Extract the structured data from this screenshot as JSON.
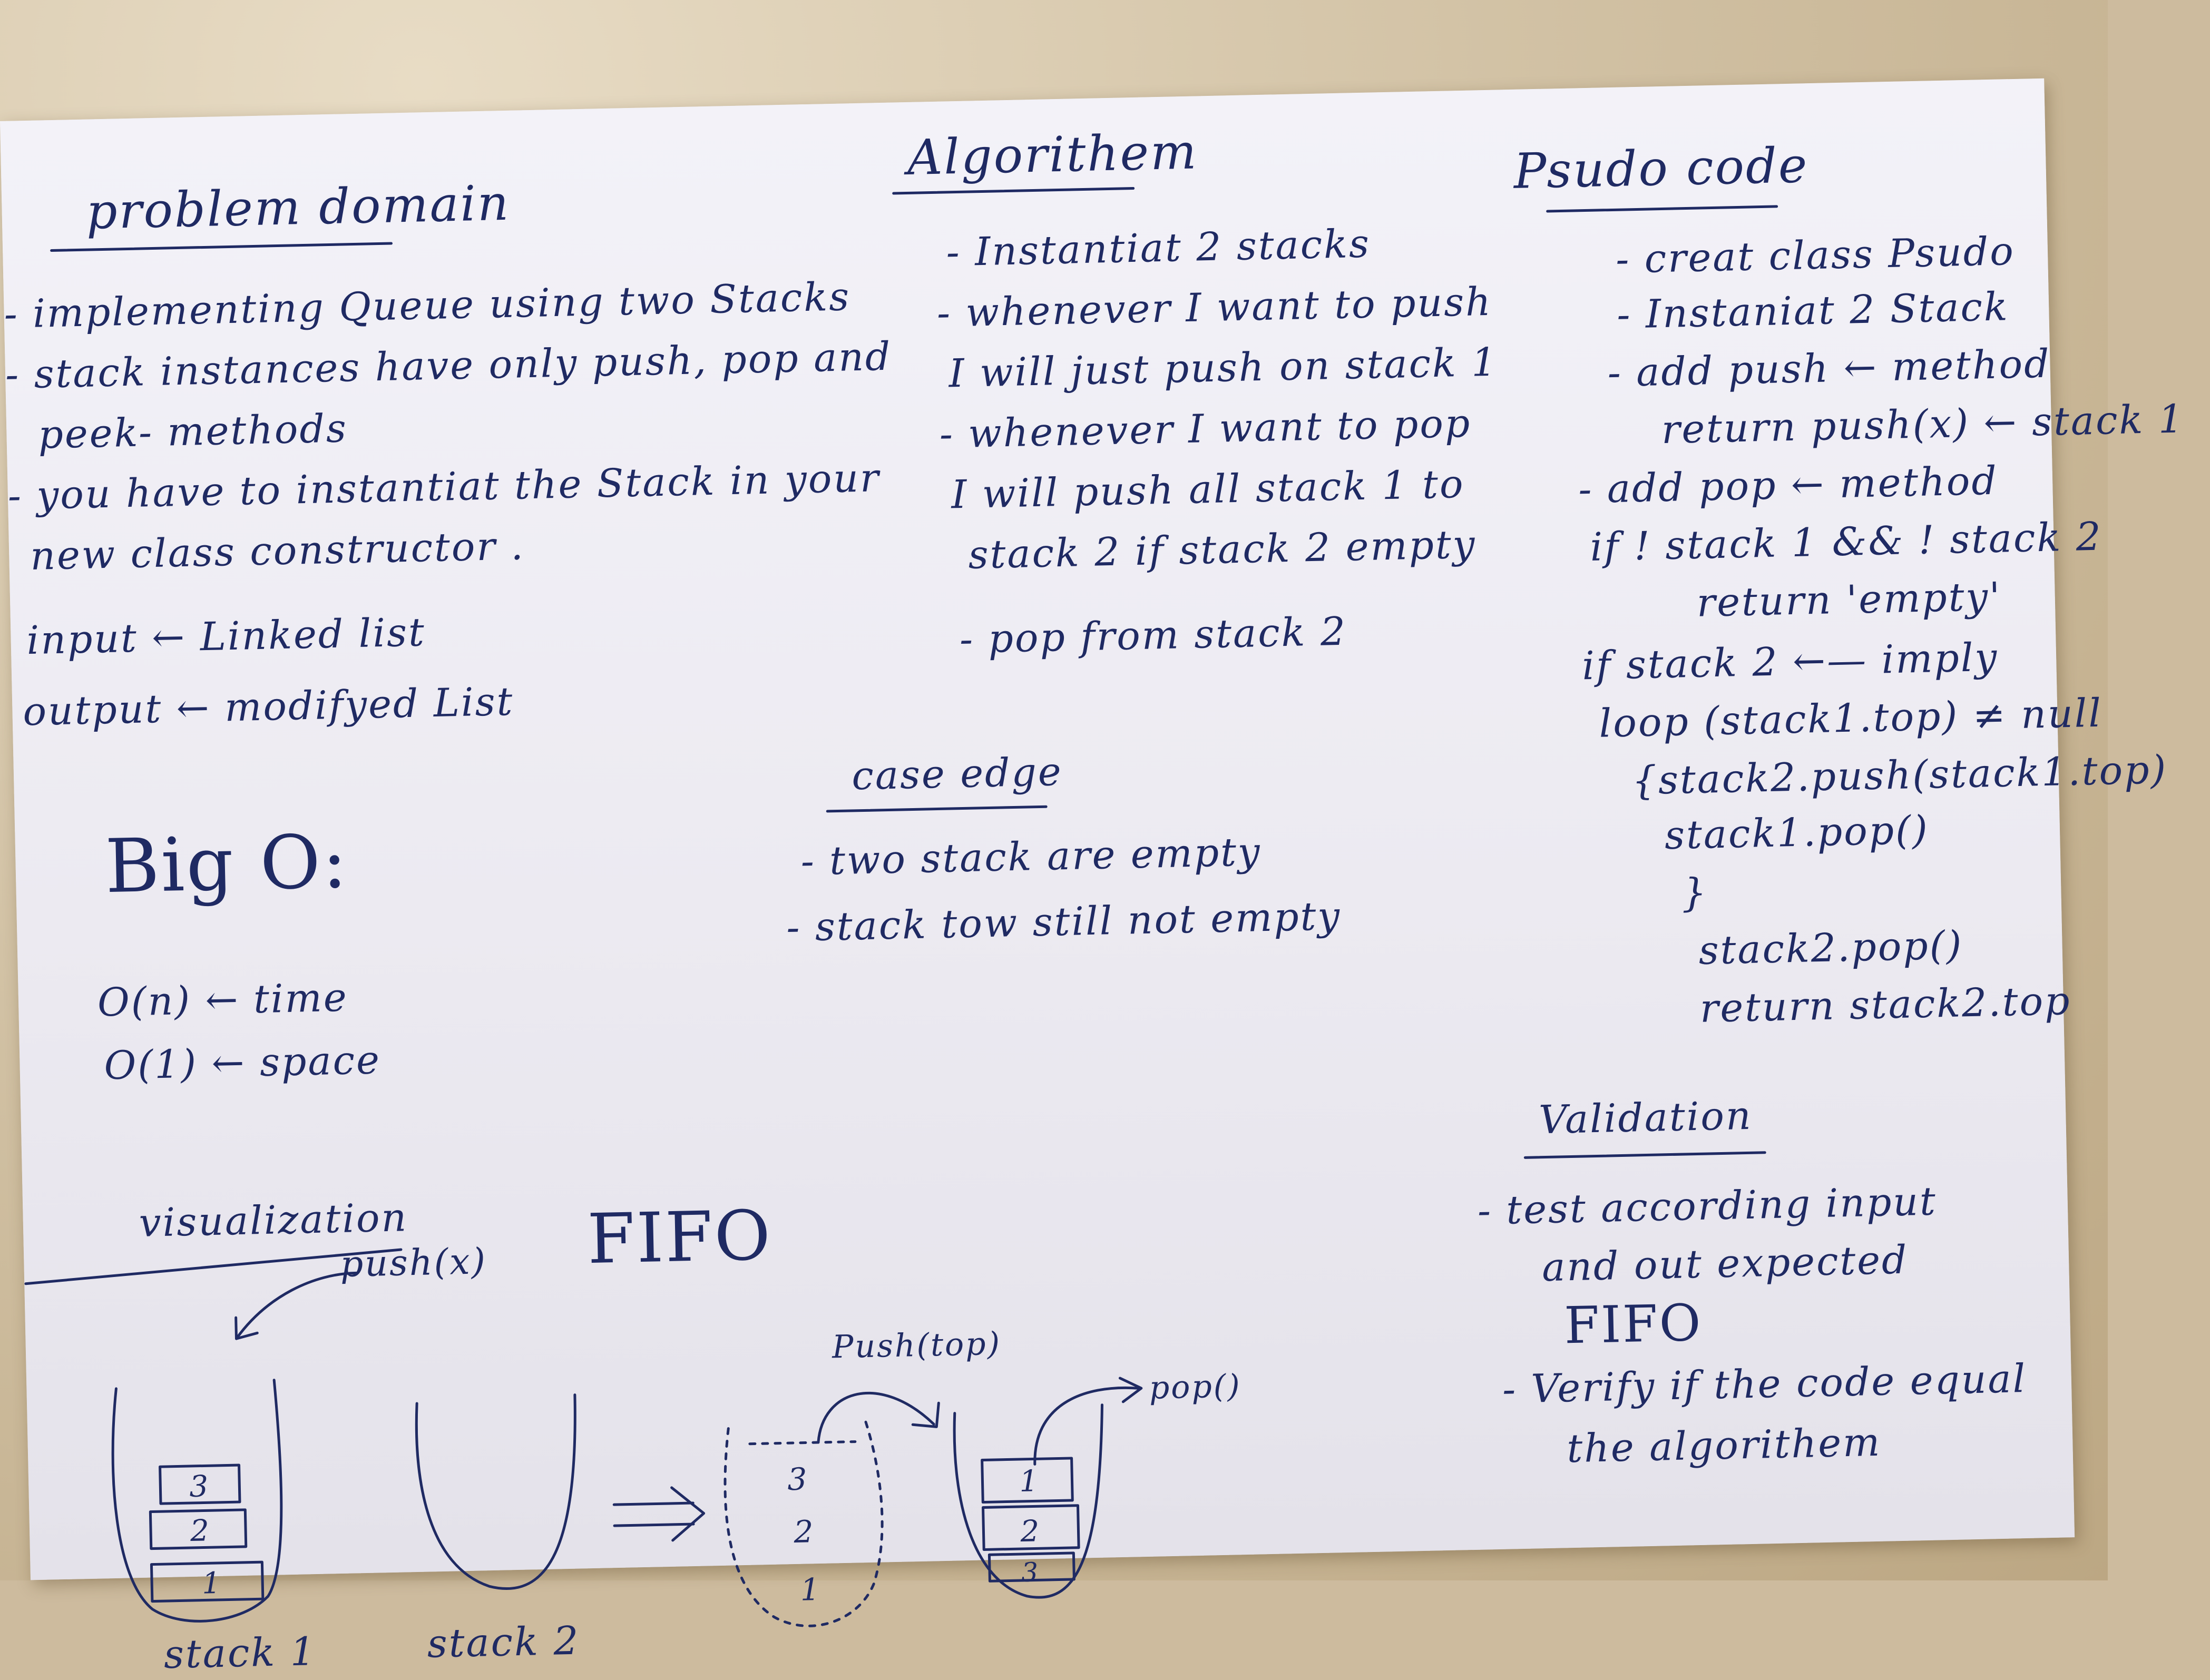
{
  "problem_domain": {
    "heading": "problem domain",
    "lines": [
      "- implementing Queue using two Stacks",
      "- stack instances have only push, pop and",
      "peek- methods",
      "- you have to instantiat the Stack in your",
      "new class constructor ."
    ],
    "input": "input ← Linked list",
    "output": "output ← modifyed List"
  },
  "big_o": {
    "heading": "Big O:",
    "time": "O(n) ← time",
    "space": "O(1) ← space"
  },
  "algorithm": {
    "heading": "Algorithem",
    "lines": [
      "- Instantiat 2 stacks",
      "- whenever I want to push",
      "I will just push on stack 1",
      "- whenever I want to pop",
      "I will push all stack 1 to",
      "stack 2 if stack 2 empty",
      "- pop from stack 2"
    ]
  },
  "case_edge": {
    "heading": "case edge",
    "lines": [
      "- two stack are empty",
      "- stack tow still not empty"
    ]
  },
  "pseudo_code": {
    "heading": "Psudo code",
    "lines": [
      "- creat class Psudo",
      "- Instaniat 2 Stack",
      "- add push ← method",
      "return push(x) ← stack 1",
      "- add pop ← method",
      "if ! stack 1 && ! stack 2",
      "return 'empty'",
      "if stack 2 ←— imply",
      "loop (stack1.top) ≠ null",
      "{stack2.push(stack1.top)",
      "stack1.pop()",
      "}",
      "stack2.pop()",
      "return stack2.top"
    ]
  },
  "validation": {
    "heading": "Validation",
    "lines": [
      "- test according input",
      "and out expected",
      "FIFO",
      "- Verify if the code equal",
      "the algorithem"
    ]
  },
  "visualization": {
    "heading": "visualization",
    "fifo": "FIFO",
    "push_label": "push(x)",
    "push_top_label": "Push(top)",
    "pop_label": "pop()",
    "stack1_label": "stack 1",
    "stack2_label": "stack 2",
    "stack1_items": [
      "3",
      "2",
      "1"
    ],
    "dashed_items": [
      "3",
      "2",
      "1"
    ],
    "stack2_items": [
      "1",
      "2",
      "3"
    ]
  }
}
